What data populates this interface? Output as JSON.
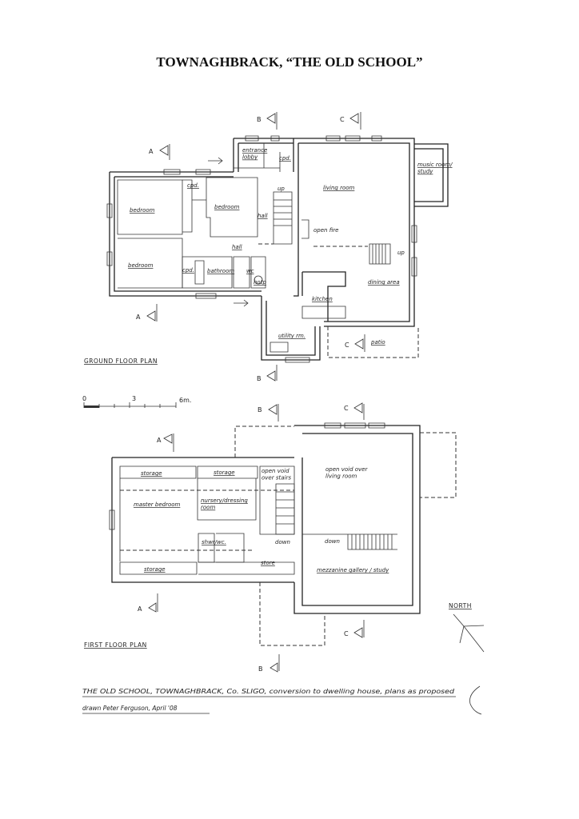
{
  "title": "TOWNAGHBRACK, “THE OLD SCHOOL”",
  "ground_floor": {
    "heading": "GROUND FLOOR PLAN",
    "rooms": {
      "entrance_lobby": "entrance lobby",
      "cpd": "cpd.",
      "living_room": "living room",
      "music_room": "music room/ study",
      "bedroom": "bedroom",
      "hall": "hall",
      "open_fire": "open fire",
      "up": "up",
      "bathroom": "bathroom",
      "wc": "wc",
      "hot_press": "hotp",
      "dining_area": "dining area",
      "kitchen": "kitchen",
      "utility": "utility rm.",
      "patio": "patio"
    }
  },
  "first_floor": {
    "heading": "FIRST FLOOR PLAN",
    "rooms": {
      "storage": "storage",
      "open_void_stairs": "open void over stairs",
      "open_void_living": "open void over living room",
      "master_bedroom": "master bedroom",
      "nursery": "nursery/dressing room",
      "shower_wc": "shwr/wc.",
      "down": "down",
      "store": "store",
      "mezzanine": "mezzanine gallery / study"
    }
  },
  "sections": {
    "a": "A",
    "b": "B",
    "c": "C"
  },
  "scale_bar": {
    "zero": "0",
    "mid": "3",
    "end": "6m."
  },
  "north": "NORTH",
  "footer": {
    "line1": "THE OLD SCHOOL, TOWNAGHBRACK, Co. SLIGO, conversion to dwelling house, plans as proposed",
    "line2": "drawn Peter Ferguson, April '08"
  }
}
